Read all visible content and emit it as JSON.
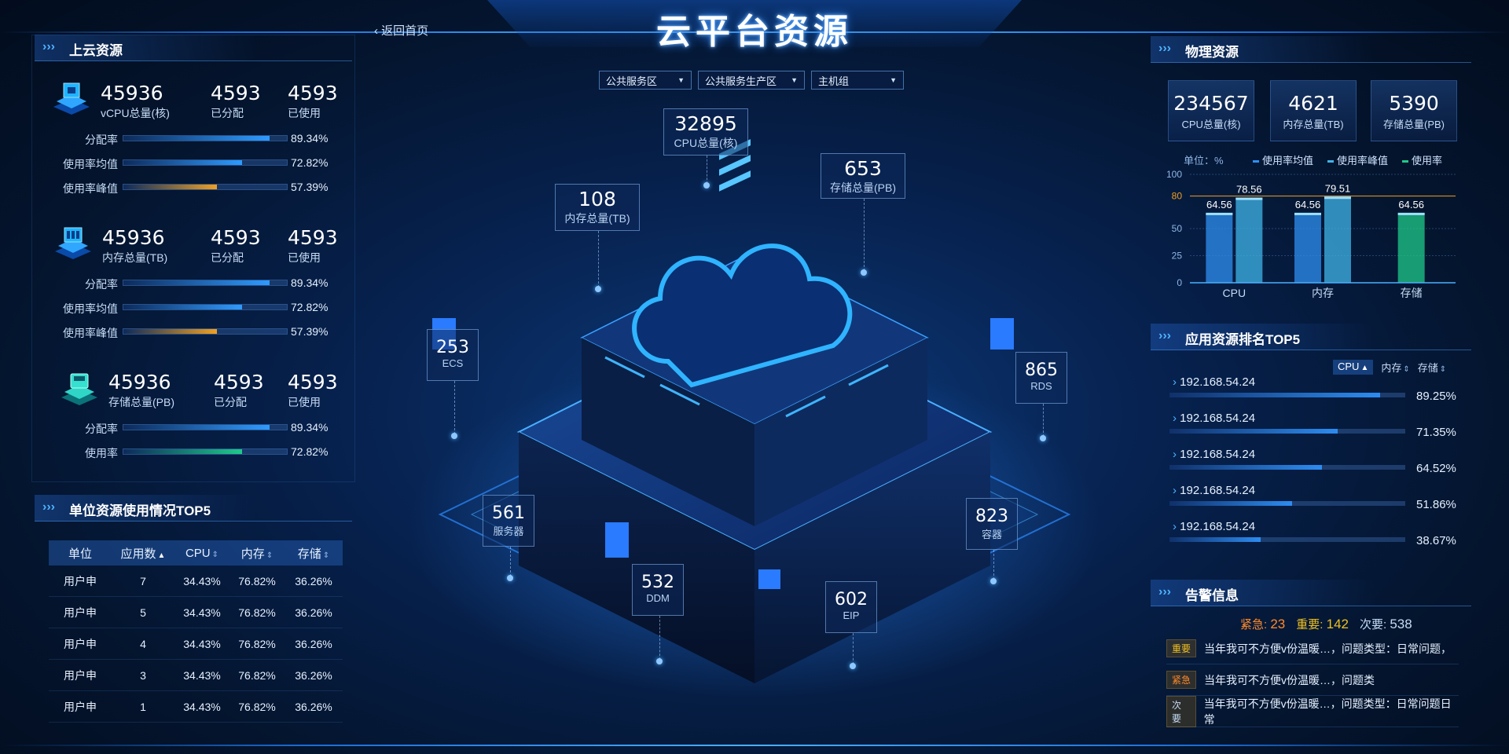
{
  "header": {
    "title": "云平台资源",
    "back_label": "返回首页"
  },
  "left": {
    "cloud": {
      "title": "上云资源",
      "groups": [
        {
          "total": "45936",
          "total_label": "vCPU总量(核)",
          "allocated": "4593",
          "allocated_label": "已分配",
          "used": "4593",
          "used_label": "已使用",
          "rows": [
            {
              "label": "分配率",
              "value": 89.34,
              "text": "89.34%",
              "color": "#2e9bff"
            },
            {
              "label": "使用率均值",
              "value": 72.82,
              "text": "72.82%",
              "color": "#2e9bff"
            },
            {
              "label": "使用率峰值",
              "value": 57.39,
              "text": "57.39%",
              "color": "#f0a020"
            }
          ]
        },
        {
          "total": "45936",
          "total_label": "内存总量(TB)",
          "allocated": "4593",
          "allocated_label": "已分配",
          "used": "4593",
          "used_label": "已使用",
          "rows": [
            {
              "label": "分配率",
              "value": 89.34,
              "text": "89.34%",
              "color": "#2e9bff"
            },
            {
              "label": "使用率均值",
              "value": 72.82,
              "text": "72.82%",
              "color": "#2e9bff"
            },
            {
              "label": "使用率峰值",
              "value": 57.39,
              "text": "57.39%",
              "color": "#f0a020"
            }
          ]
        },
        {
          "total": "45936",
          "total_label": "存储总量(PB)",
          "allocated": "4593",
          "allocated_label": "已分配",
          "used": "4593",
          "used_label": "已使用",
          "rows": [
            {
              "label": "分配率",
              "value": 89.34,
              "text": "89.34%",
              "color": "#2e9bff"
            },
            {
              "label": "使用率",
              "value": 72.82,
              "text": "72.82%",
              "color": "#1fc98a"
            }
          ]
        }
      ]
    },
    "unit_top5": {
      "title": "单位资源使用情况TOP5",
      "columns": [
        "单位",
        "应用数",
        "CPU",
        "内存",
        "存储"
      ],
      "rows": [
        [
          "用户申",
          "7",
          "34.43%",
          "76.82%",
          "36.26%"
        ],
        [
          "用户申",
          "5",
          "34.43%",
          "76.82%",
          "36.26%"
        ],
        [
          "用户申",
          "4",
          "34.43%",
          "76.82%",
          "36.26%"
        ],
        [
          "用户申",
          "3",
          "34.43%",
          "76.82%",
          "36.26%"
        ],
        [
          "用户申",
          "1",
          "34.43%",
          "76.82%",
          "36.26%"
        ]
      ]
    }
  },
  "center": {
    "selects": [
      "公共服务区",
      "公共服务生产区",
      "主机组"
    ],
    "stats": {
      "cpu": {
        "value": "32895",
        "label": "CPU总量(核)"
      },
      "storage": {
        "value": "653",
        "label": "存储总量(PB)"
      },
      "memory": {
        "value": "108",
        "label": "内存总量(TB)"
      },
      "ecs": {
        "value": "253",
        "label": "ECS"
      },
      "rds": {
        "value": "865",
        "label": "RDS"
      },
      "server": {
        "value": "561",
        "label": "服务器"
      },
      "container": {
        "value": "823",
        "label": "容器"
      },
      "ddm": {
        "value": "532",
        "label": "DDM"
      },
      "eip": {
        "value": "602",
        "label": "EIP"
      }
    }
  },
  "right": {
    "physical": {
      "title": "物理资源",
      "cards": [
        {
          "value": "234567",
          "label": "CPU总量(核)"
        },
        {
          "value": "4621",
          "label": "内存总量(TB)"
        },
        {
          "value": "5390",
          "label": "存储总量(PB)"
        }
      ]
    },
    "chart_data": {
      "type": "bar",
      "unit_label": "单位：%",
      "categories": [
        "CPU",
        "内存",
        "存储"
      ],
      "series": [
        {
          "name": "使用率均值",
          "values": [
            64.56,
            64.56,
            null
          ],
          "color": "#2e8ff0"
        },
        {
          "name": "使用率峰值",
          "values": [
            78.56,
            79.51,
            null
          ],
          "color": "#3fb4e8"
        },
        {
          "name": "使用率",
          "values": [
            null,
            null,
            64.56
          ],
          "color": "#1fc98a"
        }
      ],
      "ylim": [
        0,
        100
      ],
      "yticks": [
        "0",
        "25",
        "50",
        "80",
        "100"
      ],
      "threshold": {
        "value": 80,
        "label": "80",
        "color": "#f0a020"
      },
      "grid": true,
      "legend_position": "top"
    },
    "app_top5": {
      "title": "应用资源排名TOP5",
      "sort_tabs": [
        "CPU",
        "内存",
        "存储"
      ],
      "items": [
        {
          "ip": "192.168.54.24",
          "value": 89.25,
          "text": "89.25%"
        },
        {
          "ip": "192.168.54.24",
          "value": 71.35,
          "text": "71.35%"
        },
        {
          "ip": "192.168.54.24",
          "value": 64.52,
          "text": "64.52%"
        },
        {
          "ip": "192.168.54.24",
          "value": 51.86,
          "text": "51.86%"
        },
        {
          "ip": "192.168.54.24",
          "value": 38.67,
          "text": "38.67%"
        }
      ]
    },
    "alerts": {
      "title": "告警信息",
      "summary": [
        {
          "label": "紧急:",
          "value": "23",
          "color": "#ff8a2a"
        },
        {
          "label": "重要:",
          "value": "142",
          "color": "#f0c020"
        },
        {
          "label": "次要:",
          "value": "538",
          "color": "#c6dcf6"
        }
      ],
      "items": [
        {
          "tag": "重要",
          "color": "#f0c020",
          "text": "当年我可不方便v份温暖…，问题类型：日常问题，"
        },
        {
          "tag": "紧急",
          "color": "#ff8a2a",
          "text": "当年我可不方便v份温暖…，问题类"
        },
        {
          "tag": "次要",
          "color": "#c6dcf6",
          "text": "当年我可不方便v份温暖…，问题类型：日常问题日常"
        }
      ]
    }
  }
}
